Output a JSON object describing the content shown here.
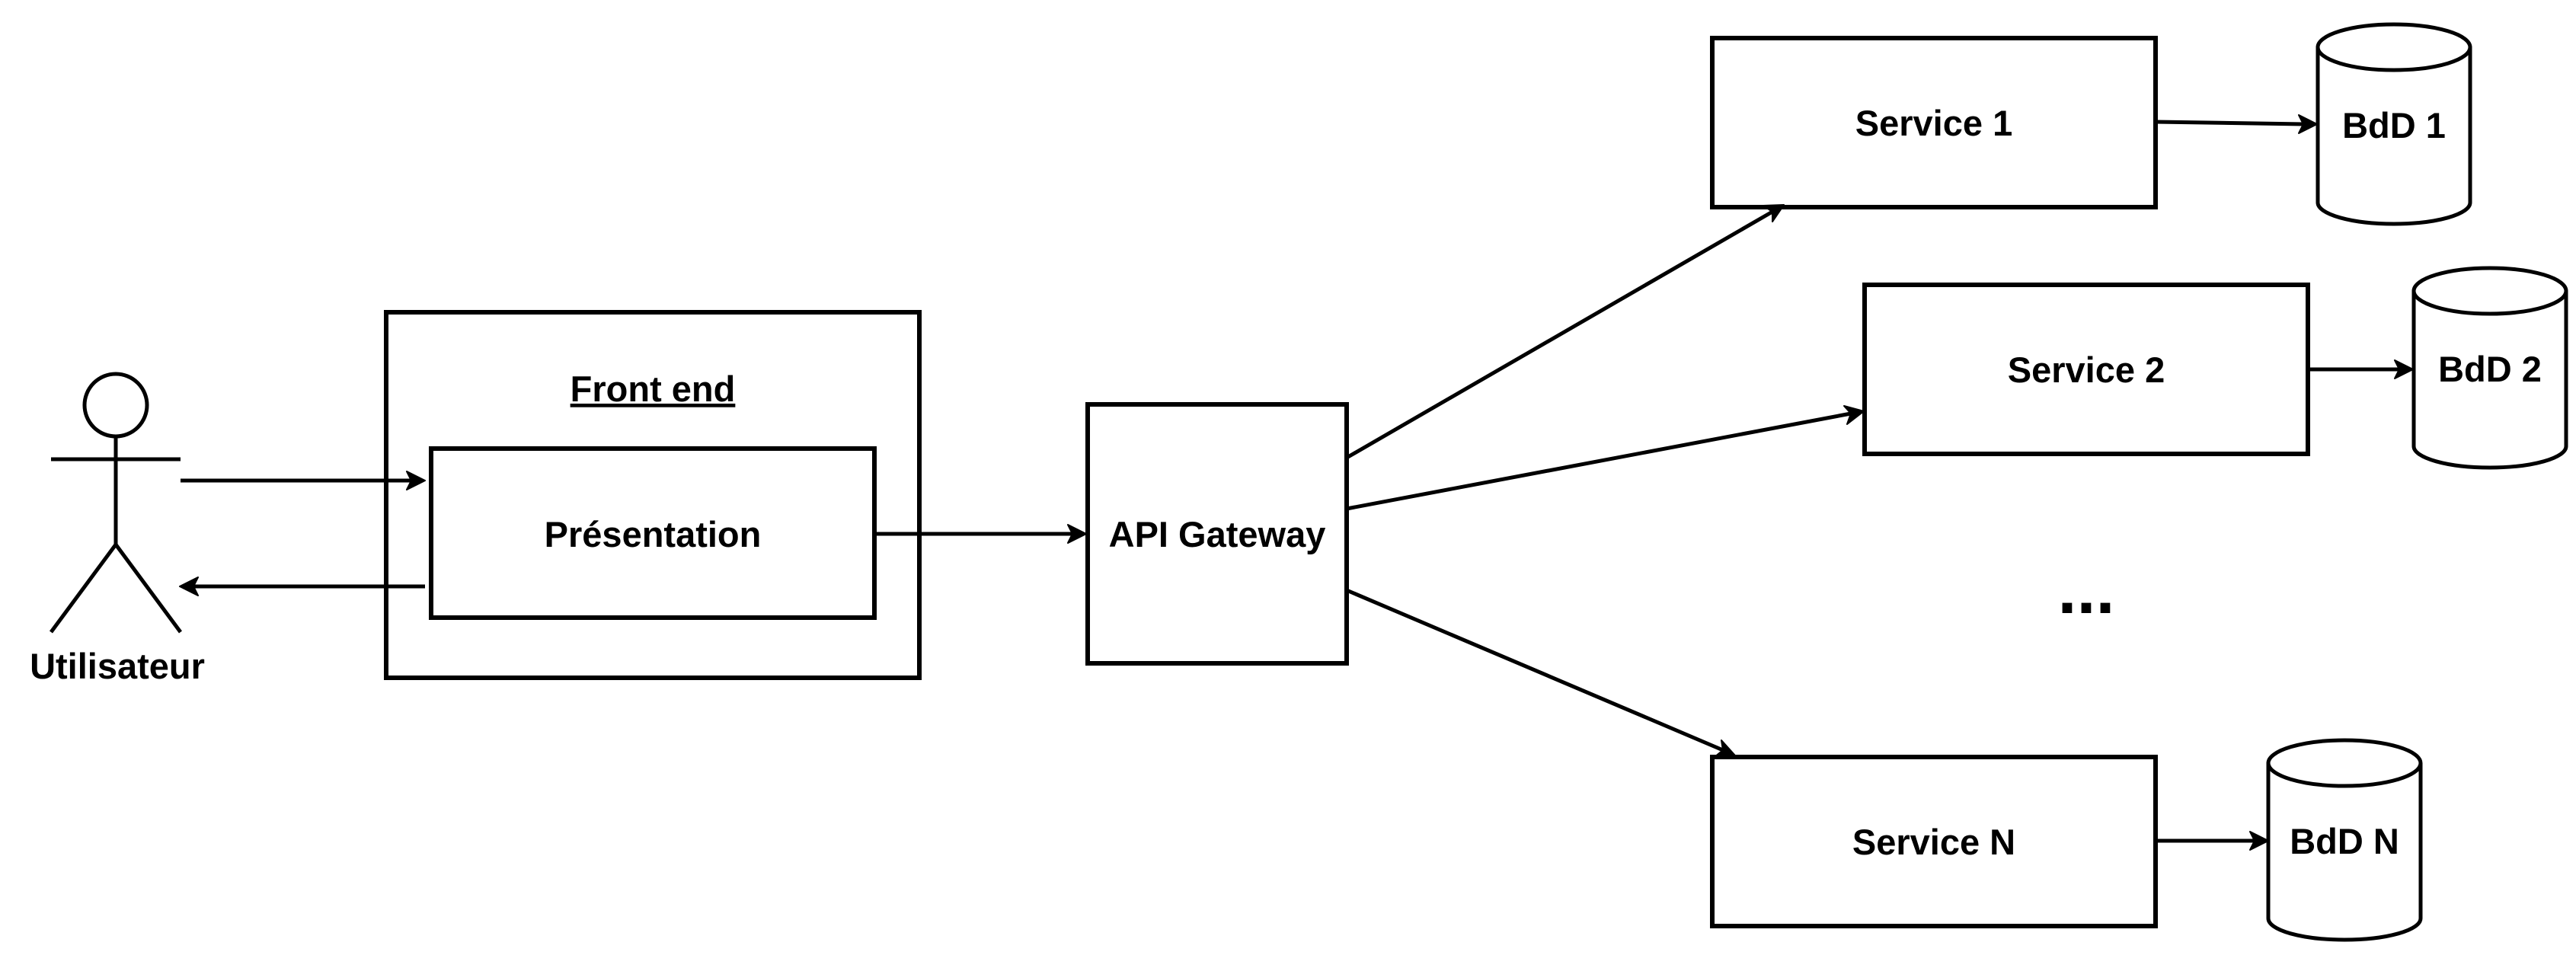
{
  "diagram": {
    "actor": {
      "label": "Utilisateur"
    },
    "frontend": {
      "label": "Front end",
      "presentation_label": "Présentation"
    },
    "gateway": {
      "label": "API Gateway"
    },
    "services": [
      {
        "label": "Service 1",
        "db_label": "BdD 1"
      },
      {
        "label": "Service 2",
        "db_label": "BdD 2"
      },
      {
        "label": "Service N",
        "db_label": "BdD N"
      }
    ],
    "ellipsis": "..."
  }
}
